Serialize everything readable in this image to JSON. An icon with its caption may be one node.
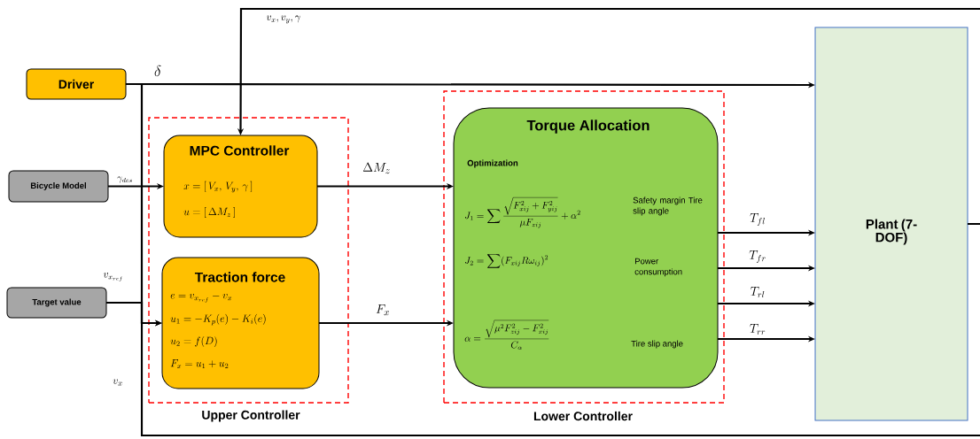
{
  "diagram": {
    "nodes": [
      {
        "text": [
          "Driver"
        ]
      },
      {
        "text": [
          "Bicycle Model"
        ]
      },
      {
        "text": [
          "Target value"
        ]
      },
      {
        "text": [
          "Upper Controller"
        ]
      },
      {
        "text": [
          "MPC Controller",
          "x = \\left[\\,V_x,\\, V_y,\\, \\gamma\\,\\right]",
          "u = \\left[\\,\\Delta M_z\\,\\right]"
        ],
        "in": 3
      },
      {
        "text": [
          "Traction force",
          "e = v_{x_{ref}} - v_x",
          "u_1 = -K_p(e) - K_i(e)",
          "u_2 = f(D)",
          "F_x = u_1 + u_2"
        ],
        "in": 3
      },
      {
        "text": [
          "Lower Controller"
        ]
      },
      {
        "text": [
          "Torque Allocation",
          "Optimization",
          "J_1 = \\sum \\frac{\\sqrt{F_{xij}^2 + F_{yij}^2}}{\\mu F_{zij}} + \\alpha^2",
          "Safety margin Tire slip angle",
          "J_2 = \\sum (F_{xij} R \\omega_{ij})^2",
          "Power consumption",
          "\\alpha = \\frac{\\sqrt{\\mu^2 F_{zij}^2 - F_{xij}^2}}{C_\\alpha}",
          "Tire slip angle"
        ],
        "in": 6
      },
      {
        "text": [
          "Plant (7-DOF)"
        ]
      }
    ],
    "edges": [
      {
        "from": 0,
        "to": 8,
        "arrow": "to",
        "label": "\\delta"
      },
      {
        "from": 8,
        "to": 4,
        "arrow": "to",
        "label": "v_x, v_y, \\gamma"
      },
      {
        "from": 1,
        "to": 4,
        "arrow": "to",
        "label": "\\gamma_{des}"
      },
      {
        "from": 4,
        "to": 7,
        "arrow": "to",
        "label": "\\Delta M_z"
      },
      {
        "from": 2,
        "to": 5,
        "arrow": "to",
        "label": "v_{x_{ref}}"
      },
      {
        "from": 8,
        "to": 5,
        "arrow": "to",
        "label": "v_x"
      },
      {
        "from": 5,
        "to": 7,
        "arrow": "to",
        "label": "F_x"
      },
      {
        "from": 7,
        "to": 8,
        "arrow": "to",
        "label": "T_{fl}"
      },
      {
        "from": 7,
        "to": 8,
        "arrow": "to",
        "label": "T_{fr}"
      },
      {
        "from": 7,
        "to": 8,
        "arrow": "to",
        "label": "T_{rl}"
      },
      {
        "from": 7,
        "to": 8,
        "arrow": "to",
        "label": "T_{rr}"
      }
    ]
  }
}
